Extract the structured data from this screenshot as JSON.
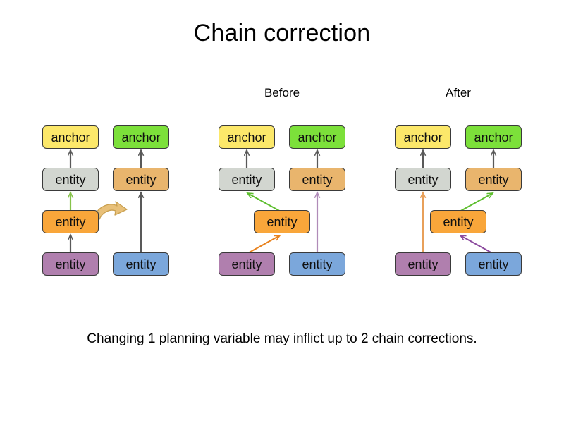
{
  "title": "Chain correction",
  "caption": "Changing 1 planning variable may inflict up to 2 chain corrections.",
  "labels": {
    "before": "Before",
    "after": "After"
  },
  "node_text": {
    "anchor": "anchor",
    "entity": "entity"
  },
  "colors": {
    "anchor_yellow": "#fce86a",
    "anchor_green": "#7ce03a",
    "entity_grey": "#d2d6d0",
    "entity_tan": "#e9b56d",
    "entity_orange": "#f9a63a",
    "entity_purple": "#b07fae",
    "entity_blue": "#7ba7db",
    "border": "#3a3a3a",
    "arrow_dark": "#595959",
    "arrow_green_light": "#86c34a",
    "arrow_green": "#5dbe2e",
    "arrow_orange": "#e8821e",
    "arrow_orange_light": "#e8a05a",
    "arrow_mauve": "#b08bb8",
    "arrow_purple": "#8b4a9e",
    "move_arrow_tan": "#e0b46a"
  },
  "panels": [
    {
      "name": "initial",
      "label": "",
      "nodes": [
        {
          "id": "p1-anchor-left",
          "text": "anchor",
          "color": "anchor_yellow"
        },
        {
          "id": "p1-anchor-right",
          "text": "anchor",
          "color": "anchor_green"
        },
        {
          "id": "p1-entity-grey",
          "text": "entity",
          "color": "entity_grey"
        },
        {
          "id": "p1-entity-tan",
          "text": "entity",
          "color": "entity_tan"
        },
        {
          "id": "p1-entity-orange",
          "text": "entity",
          "color": "entity_orange"
        },
        {
          "id": "p1-entity-purple",
          "text": "entity",
          "color": "entity_purple"
        },
        {
          "id": "p1-entity-blue",
          "text": "entity",
          "color": "entity_blue"
        }
      ]
    },
    {
      "name": "before",
      "label": "Before",
      "nodes": [
        {
          "id": "p2-anchor-left",
          "text": "anchor",
          "color": "anchor_yellow"
        },
        {
          "id": "p2-anchor-right",
          "text": "anchor",
          "color": "anchor_green"
        },
        {
          "id": "p2-entity-grey",
          "text": "entity",
          "color": "entity_grey"
        },
        {
          "id": "p2-entity-tan",
          "text": "entity",
          "color": "entity_tan"
        },
        {
          "id": "p2-entity-orange",
          "text": "entity",
          "color": "entity_orange"
        },
        {
          "id": "p2-entity-purple",
          "text": "entity",
          "color": "entity_purple"
        },
        {
          "id": "p2-entity-blue",
          "text": "entity",
          "color": "entity_blue"
        }
      ]
    },
    {
      "name": "after",
      "label": "After",
      "nodes": [
        {
          "id": "p3-anchor-left",
          "text": "anchor",
          "color": "anchor_yellow"
        },
        {
          "id": "p3-anchor-right",
          "text": "anchor",
          "color": "anchor_green"
        },
        {
          "id": "p3-entity-grey",
          "text": "entity",
          "color": "entity_grey"
        },
        {
          "id": "p3-entity-tan",
          "text": "entity",
          "color": "entity_tan"
        },
        {
          "id": "p3-entity-orange",
          "text": "entity",
          "color": "entity_orange"
        },
        {
          "id": "p3-entity-purple",
          "text": "entity",
          "color": "entity_purple"
        },
        {
          "id": "p3-entity-blue",
          "text": "entity",
          "color": "entity_blue"
        }
      ]
    }
  ]
}
